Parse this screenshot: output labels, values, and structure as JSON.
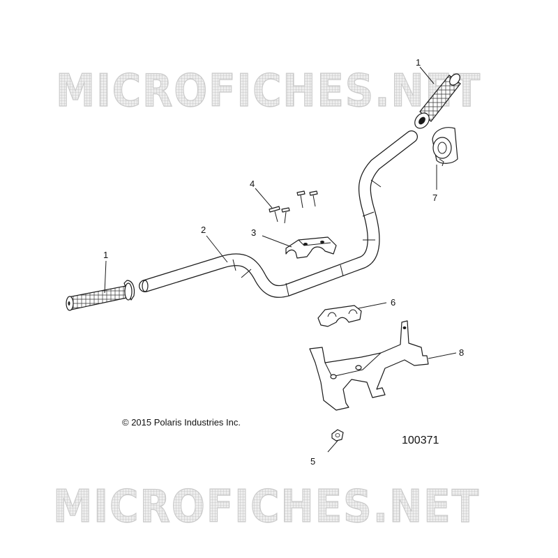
{
  "watermark": {
    "top_text": "MICROFICHES.NET",
    "bottom_text": "MICROFICHES.NET"
  },
  "copyright": "© 2015 Polaris Industries Inc.",
  "diagram_number": "100371",
  "callouts": {
    "grip_right": "1",
    "grip_left": "1",
    "handlebar": "2",
    "clamp_upper": "3",
    "bolts": "4",
    "nut": "5",
    "clamp_lower": "6",
    "end_cap": "7",
    "bracket": "8"
  }
}
